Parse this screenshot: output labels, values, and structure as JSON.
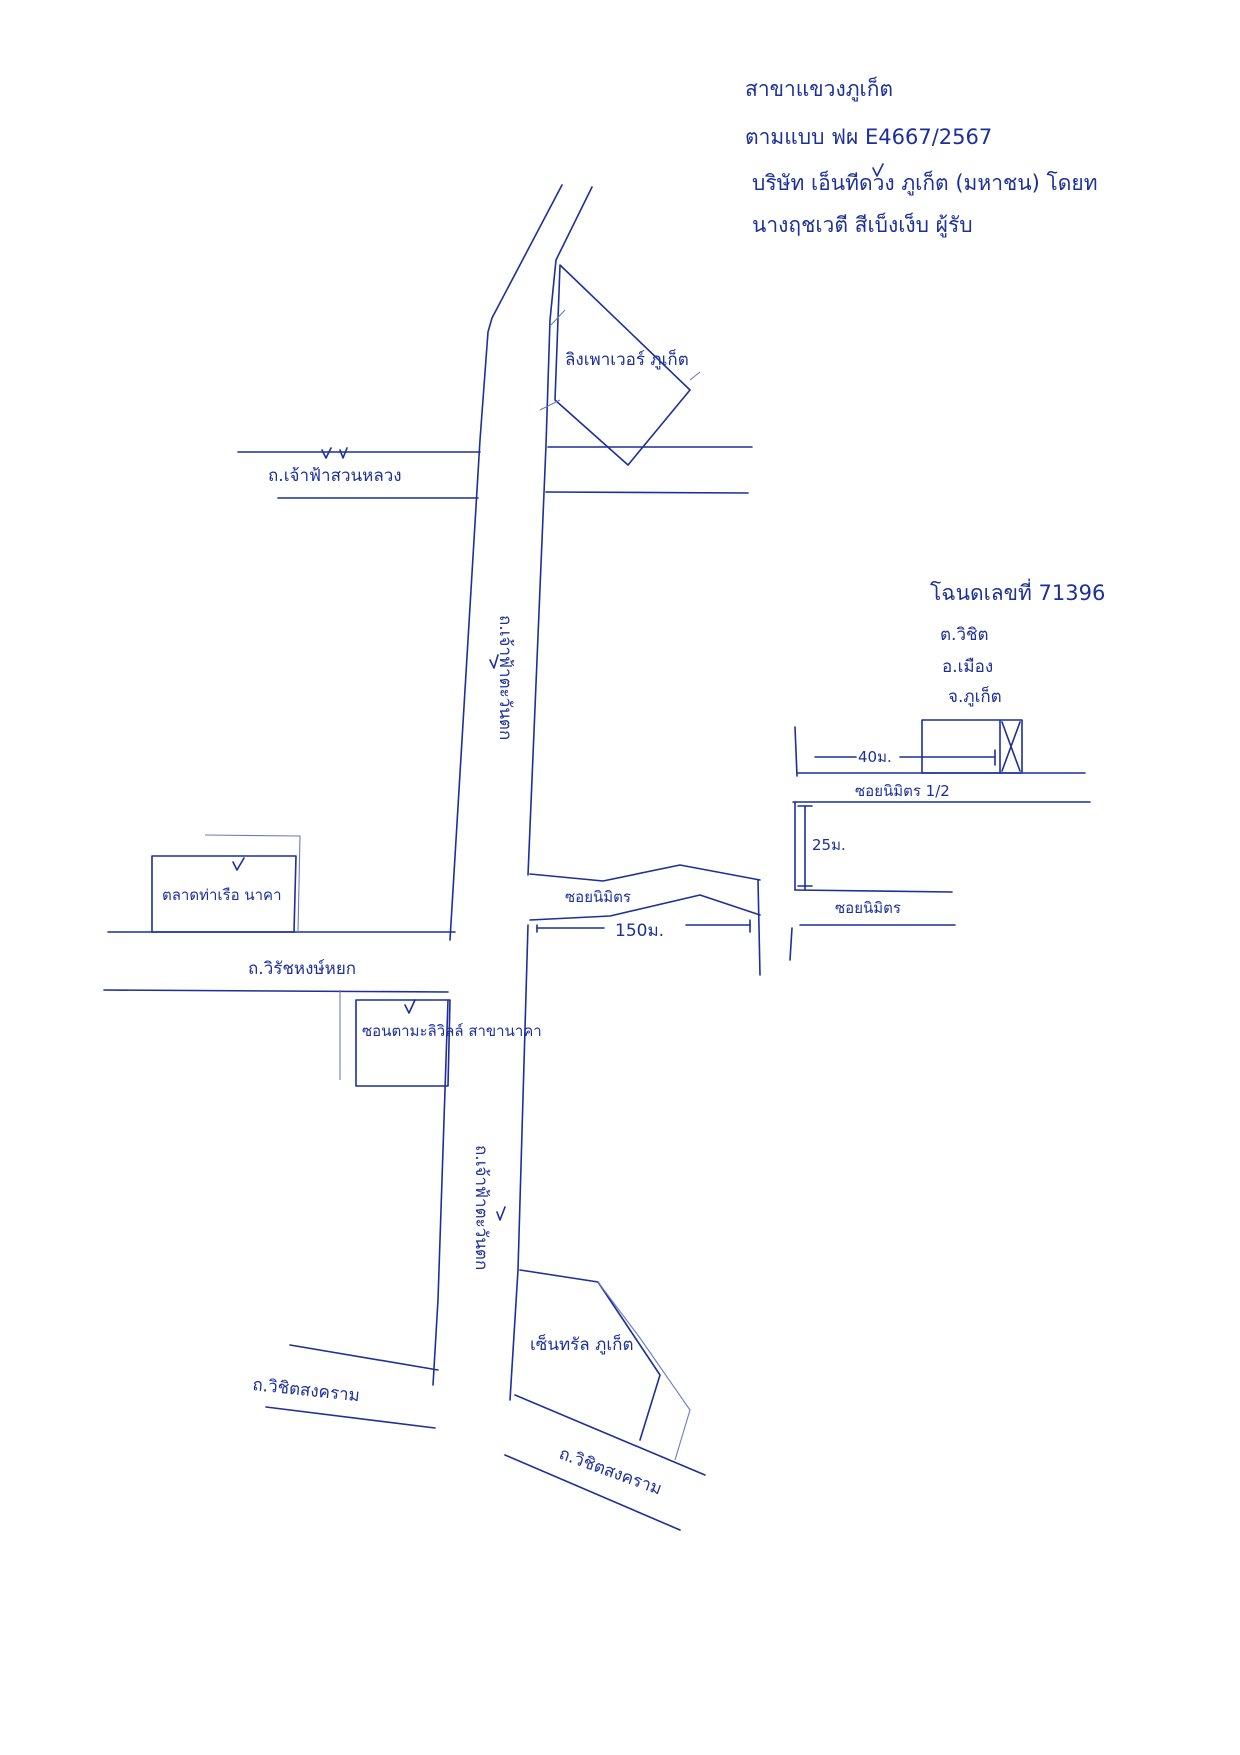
{
  "header": {
    "line1": "สาขาแขวงภูเก็ต",
    "line2": "ตามแบบ ฟผ E4667/2567",
    "line3": "บริษัท เอ็นทีดวง ภูเก็ต (มหาชน) โดยท",
    "line4": "นางฤชเวตี สีเบ็งเง็บ ผู้รับ"
  },
  "deed": {
    "title": "โฉนดเลขที่ 71396",
    "tambon": "ต.วิชิต",
    "amphoe": "อ.เมือง",
    "province": "จ.ภูเก็ต"
  },
  "roads": {
    "rd_top_west": "ถ.เจ้าฟ้าสวนหลวง",
    "rd_main_north": "ถ.เจ้าฟ้าตะวันตก",
    "rd_main_south": "ถ.เจ้าฟ้าตะวันตก",
    "rd_wichit": "ถ.วิชิตสงคราม",
    "rd_wichit_se": "ถ.วิชิตสงคราม",
    "rd_wirat": "ถ.วิรัชหงษ์หยก",
    "soi_mit": "ซอยนิมิตร",
    "soi_mit_east": "ซอยนิมิตร",
    "soi_mit_12": "ซอยนิมิตร 1/2"
  },
  "landmarks": {
    "central": "ลิงเพาเวอร์ ภูเก็ต",
    "market": "ตลาดท่าเรือ นาคา",
    "supermarket": "ซอนตามะลิวิลล์ สาขานาคา",
    "checkpoint": "เซ็นทรัล ภูเก็ต"
  },
  "distances": {
    "d150": "150ม.",
    "d40": "40ม.",
    "d25": "25ม."
  }
}
